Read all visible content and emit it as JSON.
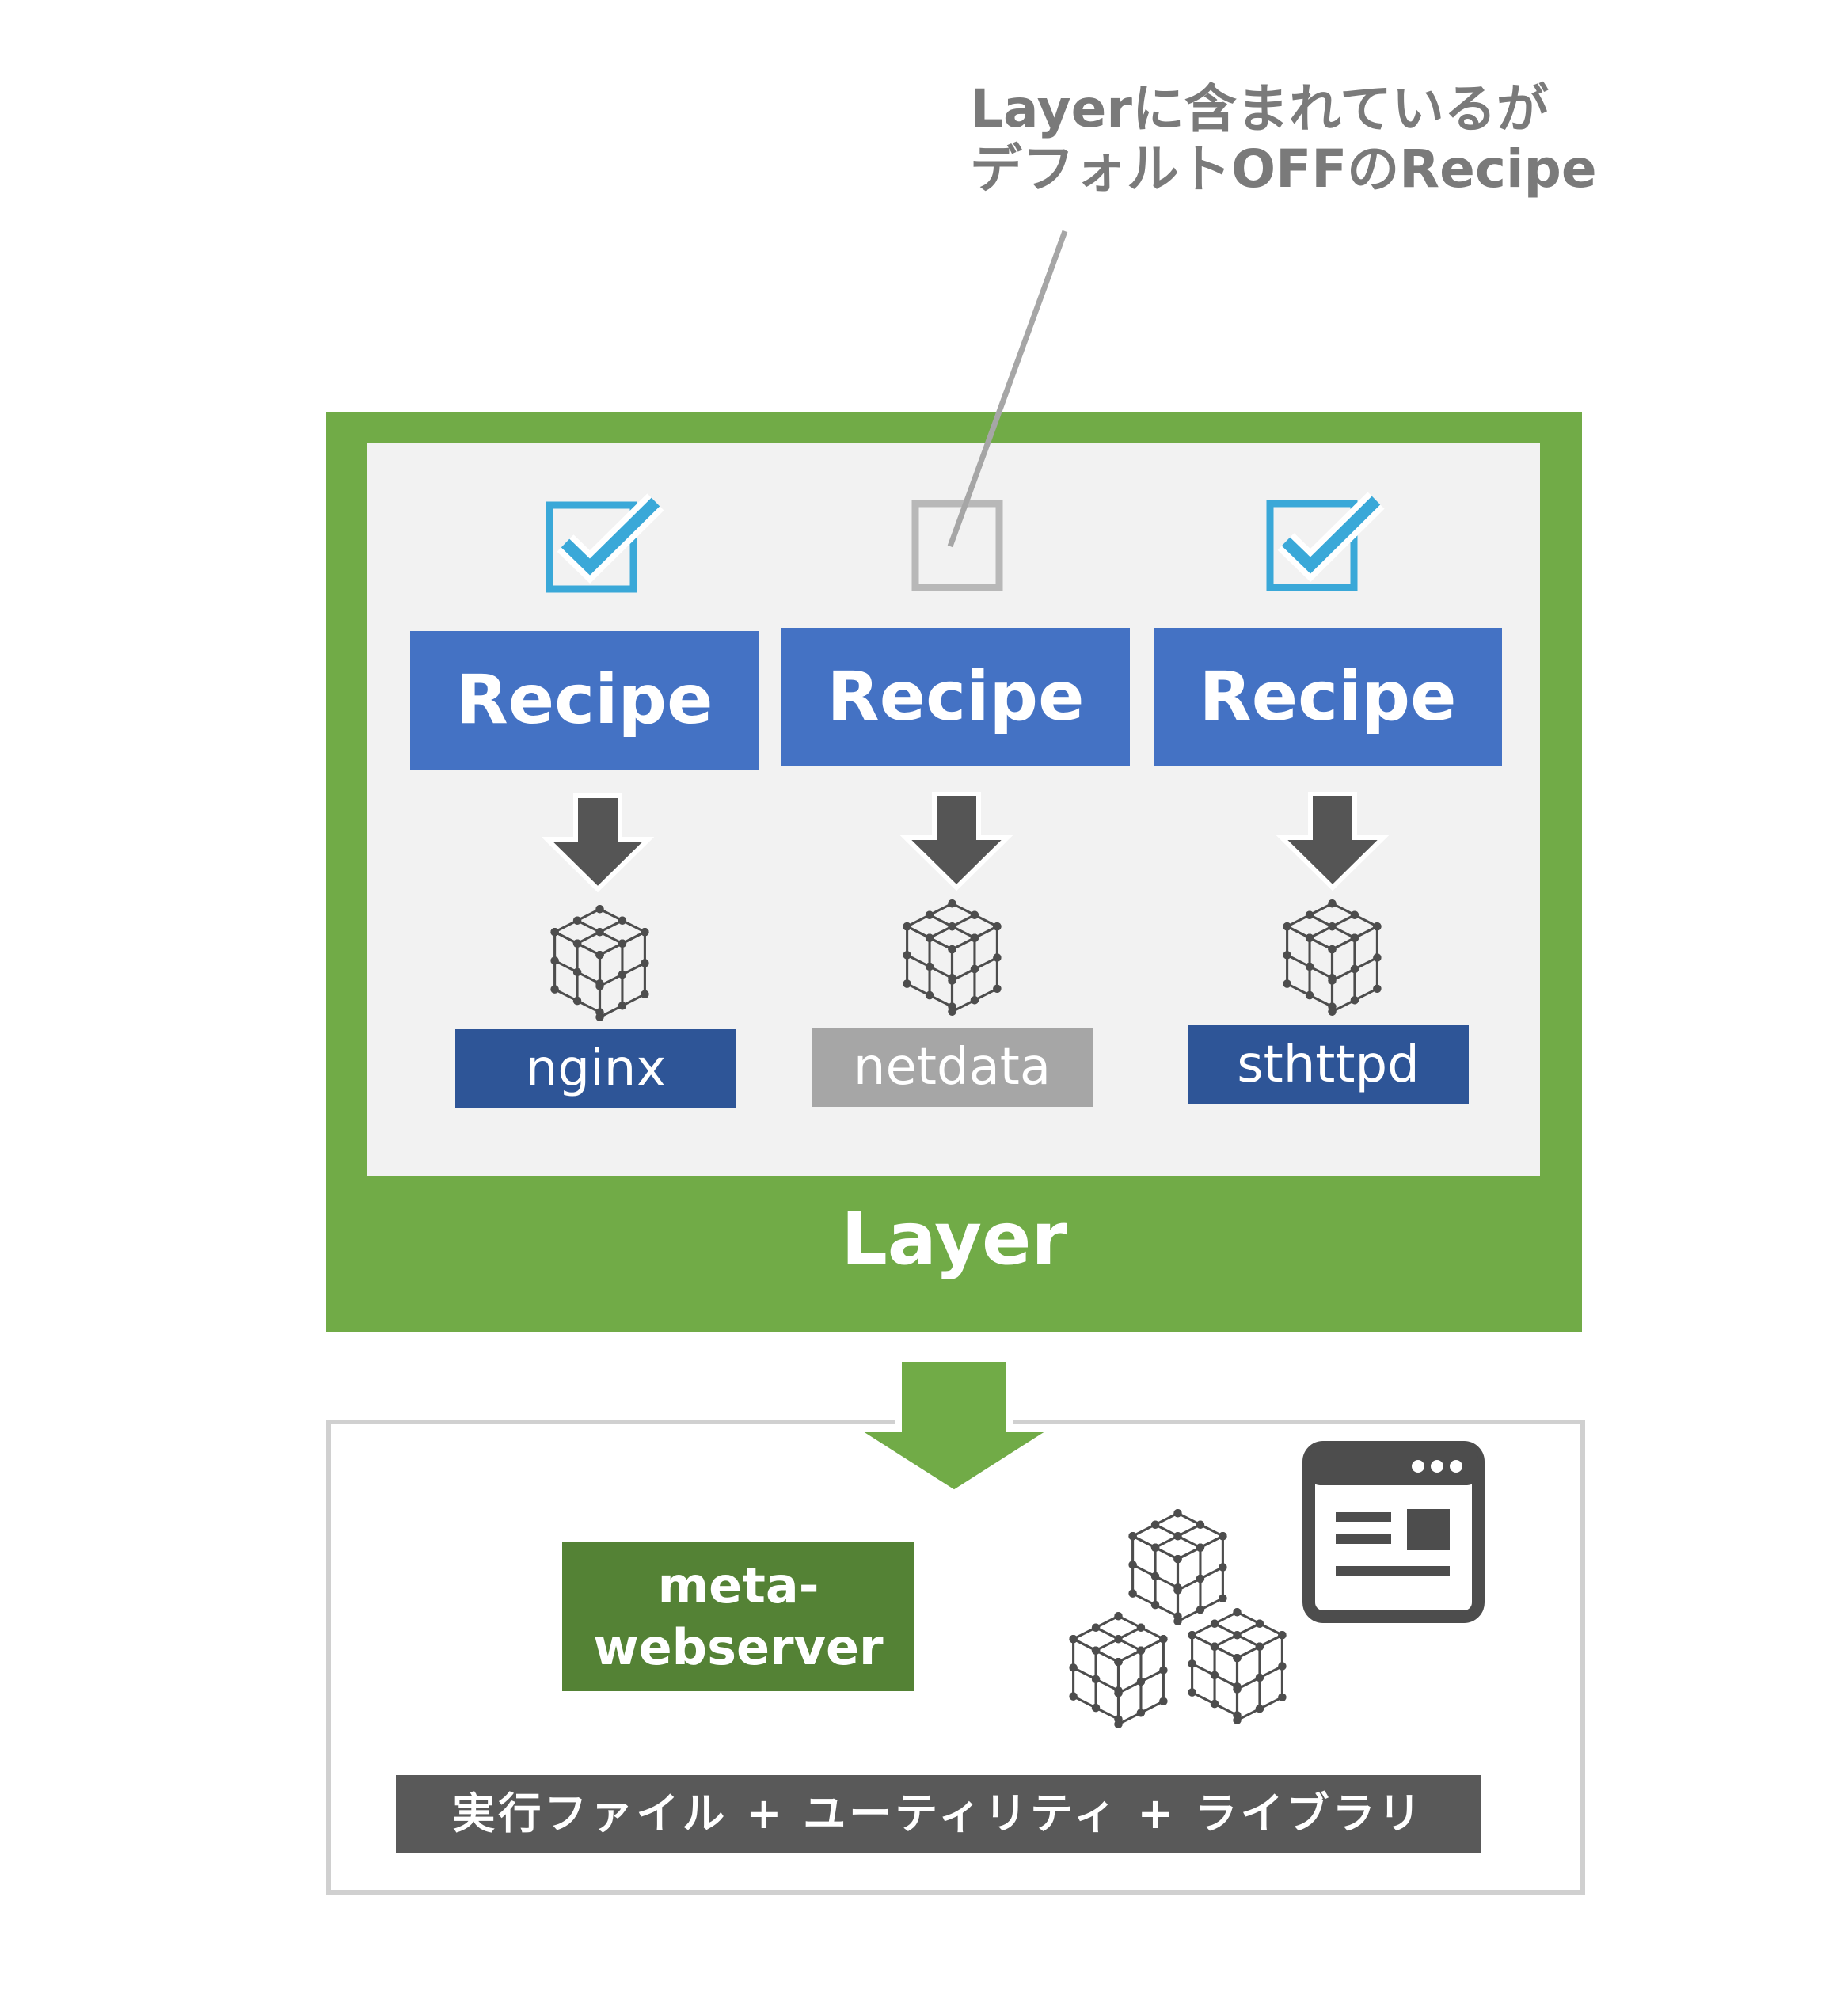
{
  "callout": {
    "line1": "Layerに含まれているが",
    "line2": "デフォルトOFFのRecipe"
  },
  "layer": {
    "title": "Layer",
    "recipes": [
      {
        "label": "Recipe",
        "enabled": true,
        "package": "nginx"
      },
      {
        "label": "Recipe",
        "enabled": false,
        "package": "netdata"
      },
      {
        "label": "Recipe",
        "enabled": true,
        "package": "sthttpd"
      }
    ]
  },
  "output": {
    "meta_line1": "meta-",
    "meta_line2": "webserver",
    "bar_label": "実行ファイル + ユーティリティ + ライブラリ"
  },
  "icons": {
    "checkbox_checked": "checkbox-checked-icon",
    "checkbox_unchecked": "checkbox-unchecked-icon",
    "arrow_down": "arrow-down-icon",
    "package": "cube-icon",
    "window": "browser-window-icon"
  },
  "colors": {
    "layer_green": "#71ab47",
    "layer_inner": "#f2f2f2",
    "recipe_blue": "#4472c4",
    "package_blue": "#2e5597",
    "package_disabled": "#a6a6a6",
    "check_cyan": "#3aa8d8",
    "meta_green": "#548235",
    "bar_gray": "#595959",
    "arrow_dark": "#555555",
    "callout_gray": "#7a7a7a"
  }
}
